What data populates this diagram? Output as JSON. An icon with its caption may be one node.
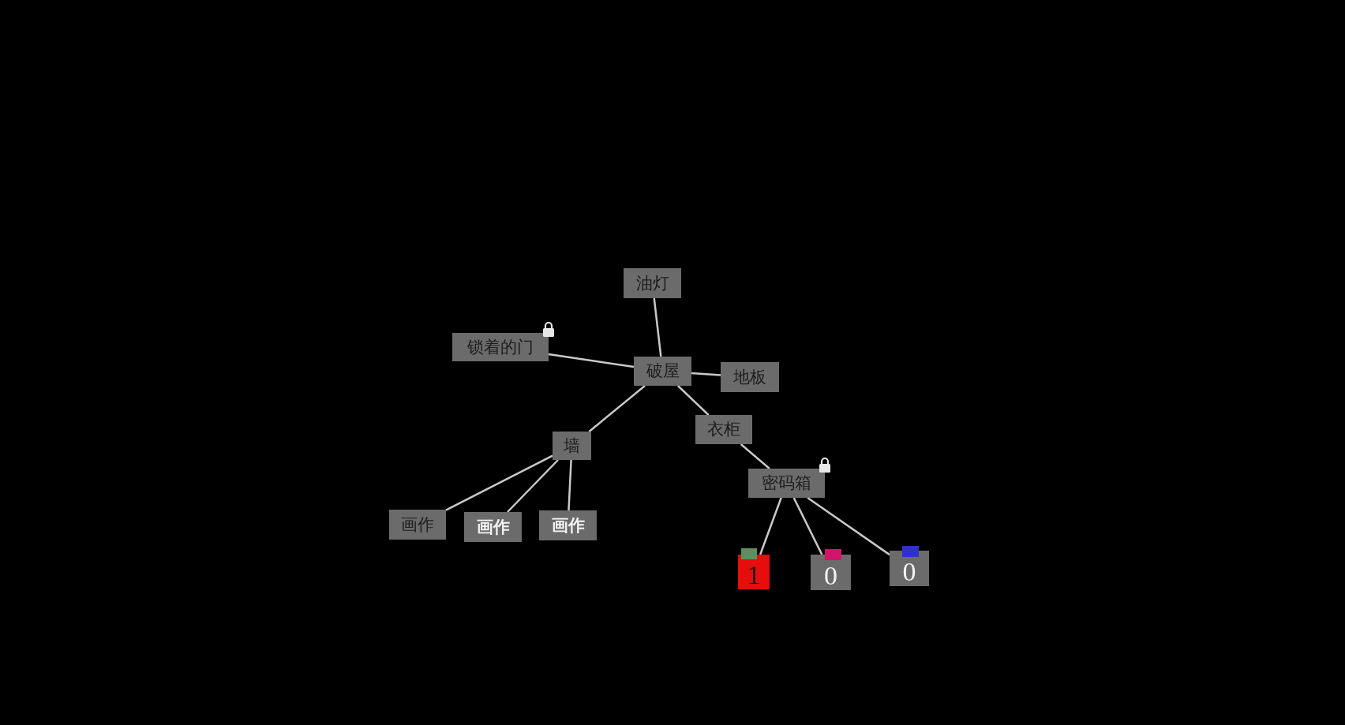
{
  "diagram": {
    "nodes": [
      {
        "text": [
          "油灯"
        ]
      },
      {
        "text": [
          "锁着的门"
        ]
      },
      {
        "text": [
          "破屋"
        ]
      },
      {
        "text": [
          "地板"
        ]
      },
      {
        "text": [
          "衣柜"
        ]
      },
      {
        "text": [
          "墙"
        ]
      },
      {
        "text": [
          "密码箱"
        ]
      },
      {
        "text": [
          "画作"
        ]
      },
      {
        "text": [
          "画作"
        ]
      },
      {
        "text": [
          "画作"
        ]
      },
      {
        "text": [
          "1"
        ]
      },
      {
        "text": [
          "0"
        ]
      },
      {
        "text": [
          "0"
        ]
      }
    ],
    "edges": [
      {
        "from": 2,
        "to": 0,
        "arrow": "none"
      },
      {
        "from": 2,
        "to": 1,
        "arrow": "none"
      },
      {
        "from": 2,
        "to": 3,
        "arrow": "none"
      },
      {
        "from": 2,
        "to": 4,
        "arrow": "none"
      },
      {
        "from": 2,
        "to": 5,
        "arrow": "none"
      },
      {
        "from": 5,
        "to": 7,
        "arrow": "none"
      },
      {
        "from": 5,
        "to": 8,
        "arrow": "none"
      },
      {
        "from": 5,
        "to": 9,
        "arrow": "none"
      },
      {
        "from": 4,
        "to": 6,
        "arrow": "none"
      },
      {
        "from": 6,
        "to": 10,
        "arrow": "none"
      },
      {
        "from": 6,
        "to": 11,
        "arrow": "none"
      },
      {
        "from": 6,
        "to": 12,
        "arrow": "none"
      }
    ]
  }
}
